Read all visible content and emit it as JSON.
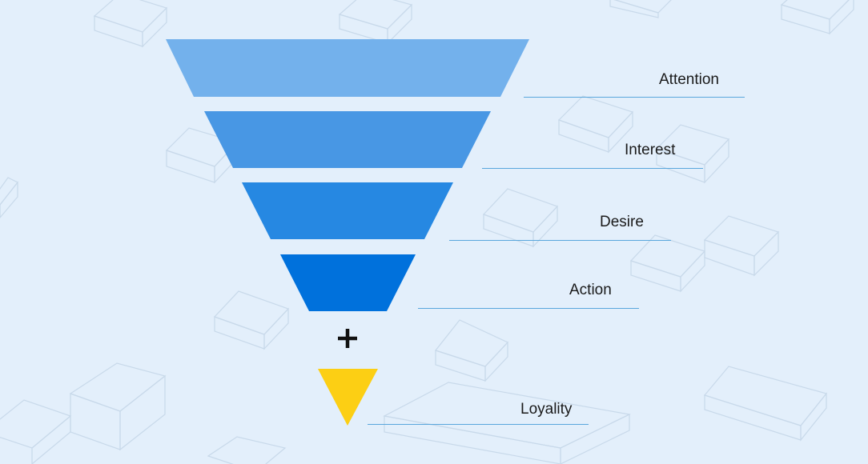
{
  "funnel": {
    "stages": [
      {
        "label": "Attention",
        "color": "#73b1ec"
      },
      {
        "label": "Interest",
        "color": "#4897e4"
      },
      {
        "label": "Desire",
        "color": "#2688e2"
      },
      {
        "label": "Action",
        "color": "#0071dc"
      }
    ],
    "connector_icon": "plus-icon",
    "bottom_stage": {
      "label": "Loyality",
      "color": "#fccf14"
    }
  },
  "theme": {
    "background": "#e3effb",
    "line_color": "#5aa7dc",
    "text_color": "#1a1a1a",
    "decor_color": "#c8d9ea"
  }
}
